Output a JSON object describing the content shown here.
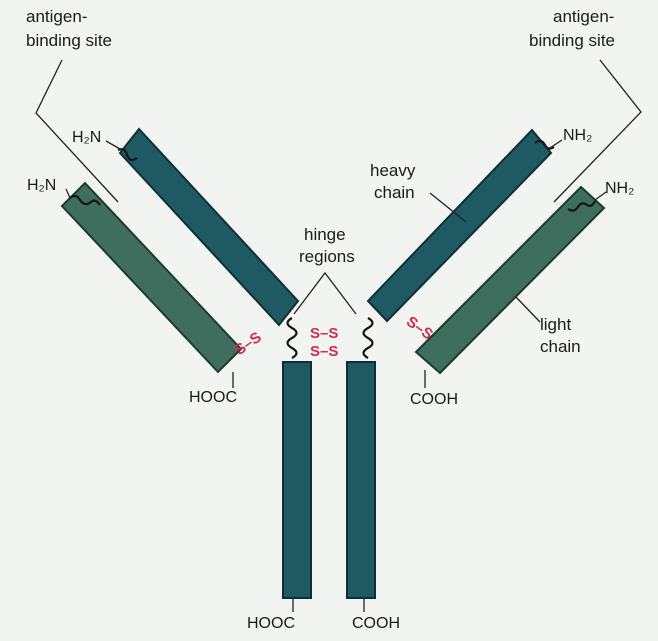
{
  "labels": {
    "antigen_left_1": "antigen-",
    "antigen_left_2": "binding site",
    "antigen_right_1": "antigen-",
    "antigen_right_2": "binding site",
    "hinge_1": "hinge",
    "hinge_2": "regions",
    "heavy_1": "heavy",
    "heavy_2": "chain",
    "light_1": "light",
    "light_2": "chain"
  },
  "termini": {
    "h2n_heavy_left": "H₂N",
    "h2n_light_left": "H₂N",
    "nh2_heavy_right": "NH₂",
    "nh2_light_right": "NH₂",
    "hooc_light_left": "HOOC",
    "cooh_light_right": "COOH",
    "hooc_heavy_bottom": "HOOC",
    "cooh_heavy_bottom": "COOH"
  },
  "disulfide": {
    "left": "S–S",
    "right": "S–S",
    "center_top": "S–S",
    "center_bottom": "S–S"
  },
  "colors": {
    "heavy_chain": "#1f5a63",
    "light_chain": "#3f6e5e",
    "disulfide_bond": "#d12a4f"
  }
}
